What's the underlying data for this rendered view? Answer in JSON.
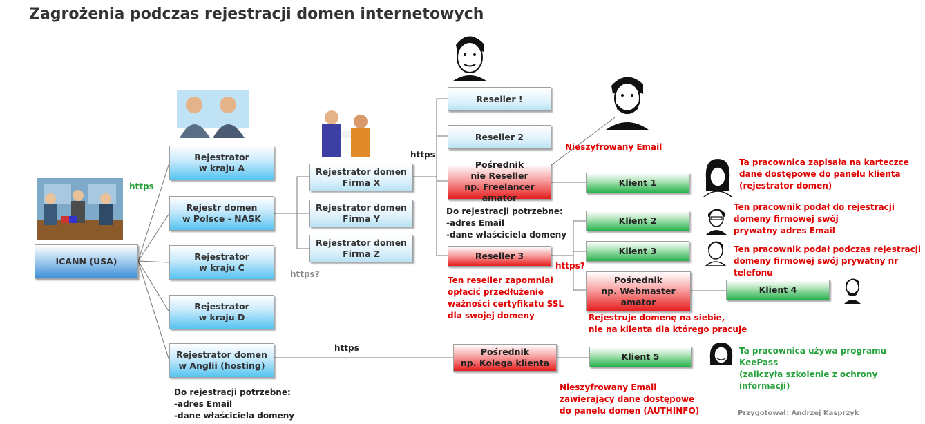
{
  "title": "Zagrożenia podczas rejestracji domen internetowych",
  "boxes": {
    "icann": "ICANN (USA)",
    "reg_a": "Rejestrator\nw kraju A",
    "nask": "Rejestr domen\nw Polsce - NASK",
    "reg_c": "Rejestrator\nw kraju C",
    "reg_d": "Rejestrator\nw kraju D",
    "reg_uk": "Rejestrator domen\nw Anglii (hosting)",
    "firma_x": "Rejestrator domen\nFirma X",
    "firma_y": "Rejestrator domen\nFirma Y",
    "firma_z": "Rejestrator domen\nFirma Z",
    "reseller_1": "Reseller !",
    "reseller_2": "Reseller 2",
    "posrednik_1": "Pośrednik\nnie Reseller\nnp. Freelancer amator",
    "reseller_3": "Reseller 3",
    "posrednik_webmaster": "Pośrednik\nnp. Webmaster\namator",
    "posrednik_kolega": "Pośrednik\nnp. Kolega klienta",
    "klient_1": "Klient 1",
    "klient_2": "Klient 2",
    "klient_3": "Klient 3",
    "klient_4": "Klient 4",
    "klient_5": "Klient 5"
  },
  "labels": {
    "https_icann": "https",
    "https_firma": "https",
    "https_q_nask": "https?",
    "https_q_reseller3": "https?",
    "https_uk": "https",
    "req_top": "Do rejestracji potrzebne:\n-adres Email\n-dane właściciela domeny",
    "req_bottom": "Do rejestracji potrzebne:\n-adres Email\n-dane właściciela domeny",
    "unencrypted_email": "Nieszyfrowany Email",
    "reseller3_note": "Ten reseller zapomniał\nopłacić przedłużenie\nważności certyfikatu SSL\ndla swojej domeny",
    "webmaster_note": "Rejestruje domenę na siebie,\nnie na klienta dla którego pracuje",
    "authinfo_note": "Nieszyfrowany Email\nzawierający dane dostępowe\ndo panelu domen (AUTHINFO)",
    "klient1_note": "Ta pracownica zapisała na karteczce\ndane dostępowe do panelu klienta\n(rejestrator domen)",
    "klient2_note": "Ten pracownik podał do rejestracji\ndomeny firmowej swój\nprywatny adres Email",
    "klient3_note": "Ten pracownik podał podczas rejestracji\ndomeny firmowej swój prywatny nr telefonu",
    "klient5_note": "Ta pracownica używa programu KeePass\n(zaliczyła szkolenie z ochrony informacji)",
    "author": "Przygotował: Andrzej Kasprzyk"
  },
  "colors": {
    "red_text": "#e00000",
    "green_text": "#27a13b",
    "blue_box": "#56c3f1",
    "red_box": "#e61f1f",
    "green_box": "#26b14c",
    "connector": "#777777"
  }
}
